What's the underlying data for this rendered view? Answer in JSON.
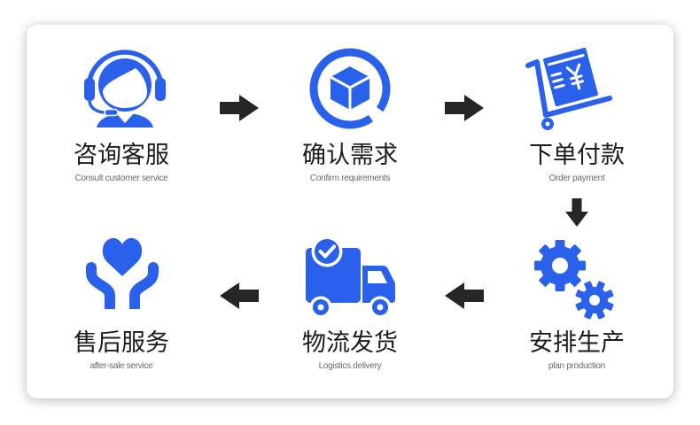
{
  "colors": {
    "accent": "#2a61ec",
    "arrow": "#262626",
    "title_text": "#1c1c1c",
    "subtitle_text": "#6a6a6a",
    "card": "#ffffff"
  },
  "steps": [
    {
      "icon": "headset-agent-icon",
      "title": "咨询客服",
      "subtitle": "Consult customer service"
    },
    {
      "icon": "box-icon",
      "title": "确认需求",
      "subtitle": "Confirm requirements"
    },
    {
      "icon": "cart-payment-icon",
      "title": "下单付款",
      "subtitle": "Order payment"
    },
    {
      "icon": "gears-icon",
      "title": "安排生产",
      "subtitle": "plan production"
    },
    {
      "icon": "delivery-truck-icon",
      "title": "物流发货",
      "subtitle": "Logistics delivery"
    },
    {
      "icon": "heart-hands-icon",
      "title": "售后服务",
      "subtitle": "after-sale service"
    }
  ],
  "arrows": [
    {
      "icon": "arrow-right-icon"
    },
    {
      "icon": "arrow-right-icon"
    },
    {
      "icon": "arrow-down-icon"
    },
    {
      "icon": "arrow-left-icon"
    },
    {
      "icon": "arrow-left-icon"
    }
  ]
}
